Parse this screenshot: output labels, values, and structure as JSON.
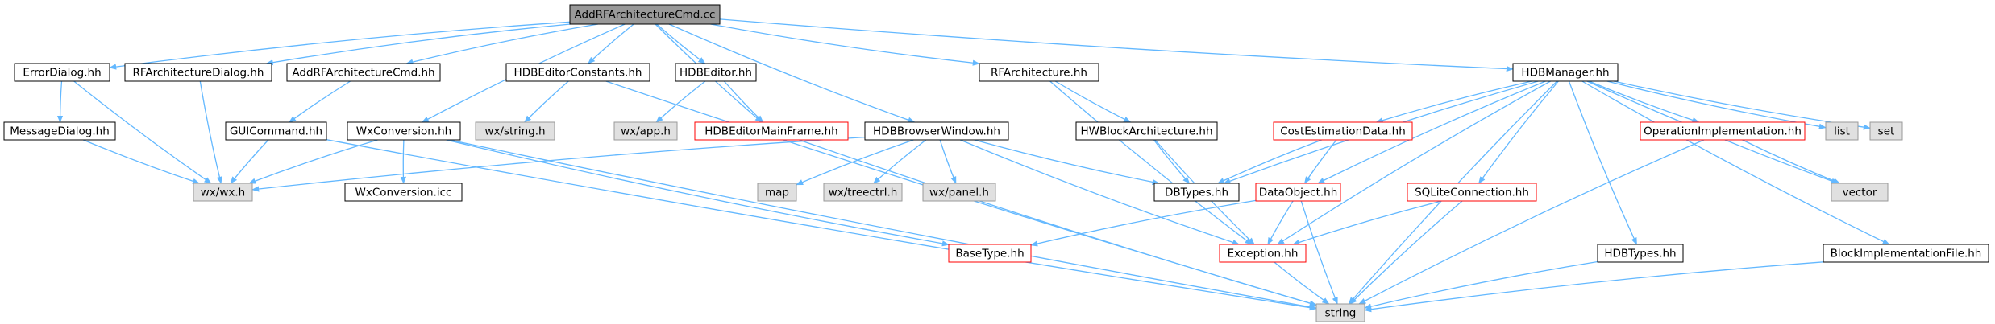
{
  "colors": {
    "edge": "#63B8FF",
    "focus_fill": "#999999",
    "normal_fill": "#ffffff",
    "normal_border": "#000000",
    "system_fill": "#e0e0e0",
    "system_border": "#999999",
    "missing_border": "#ff0000"
  },
  "nodes": [
    {
      "id": "root",
      "label": "AddRFArchitectureCmd.cc",
      "kind": "focus"
    },
    {
      "id": "ErrorDialog",
      "label": "ErrorDialog.hh",
      "kind": "normal"
    },
    {
      "id": "RFArchDialog",
      "label": "RFArchitectureDialog.hh",
      "kind": "normal"
    },
    {
      "id": "AddRFCmd",
      "label": "AddRFArchitectureCmd.hh",
      "kind": "normal"
    },
    {
      "id": "HDBEditorConstants",
      "label": "HDBEditorConstants.hh",
      "kind": "normal"
    },
    {
      "id": "HDBEditor",
      "label": "HDBEditor.hh",
      "kind": "normal"
    },
    {
      "id": "RFArch",
      "label": "RFArchitecture.hh",
      "kind": "normal"
    },
    {
      "id": "HDBManager",
      "label": "HDBManager.hh",
      "kind": "normal"
    },
    {
      "id": "MessageDialog",
      "label": "MessageDialog.hh",
      "kind": "normal"
    },
    {
      "id": "GUICommand",
      "label": "GUICommand.hh",
      "kind": "normal"
    },
    {
      "id": "WxConversion",
      "label": "WxConversion.hh",
      "kind": "normal"
    },
    {
      "id": "wxstring",
      "label": "wx/string.h",
      "kind": "system"
    },
    {
      "id": "wxapp",
      "label": "wx/app.h",
      "kind": "system"
    },
    {
      "id": "HDBEditorMainFrame",
      "label": "HDBEditorMainFrame.hh",
      "kind": "missing"
    },
    {
      "id": "HDBBrowserWindow",
      "label": "HDBBrowserWindow.hh",
      "kind": "normal"
    },
    {
      "id": "HWBlockArch",
      "label": "HWBlockArchitecture.hh",
      "kind": "normal"
    },
    {
      "id": "CostEstimationData",
      "label": "CostEstimationData.hh",
      "kind": "missing"
    },
    {
      "id": "OperationImpl",
      "label": "OperationImplementation.hh",
      "kind": "missing"
    },
    {
      "id": "list",
      "label": "list",
      "kind": "system"
    },
    {
      "id": "set",
      "label": "set",
      "kind": "system"
    },
    {
      "id": "wxwx",
      "label": "wx/wx.h",
      "kind": "system"
    },
    {
      "id": "WxConversionIcc",
      "label": "WxConversion.icc",
      "kind": "normal"
    },
    {
      "id": "map",
      "label": "map",
      "kind": "system"
    },
    {
      "id": "wxtreectrl",
      "label": "wx/treectrl.h",
      "kind": "system"
    },
    {
      "id": "wxpanel",
      "label": "wx/panel.h",
      "kind": "system"
    },
    {
      "id": "DBTypes",
      "label": "DBTypes.hh",
      "kind": "normal"
    },
    {
      "id": "DataObject",
      "label": "DataObject.hh",
      "kind": "missing"
    },
    {
      "id": "SQLiteConnection",
      "label": "SQLiteConnection.hh",
      "kind": "missing"
    },
    {
      "id": "vector",
      "label": "vector",
      "kind": "system"
    },
    {
      "id": "BaseType",
      "label": "BaseType.hh",
      "kind": "missing"
    },
    {
      "id": "Exception",
      "label": "Exception.hh",
      "kind": "missing"
    },
    {
      "id": "HDBTypes",
      "label": "HDBTypes.hh",
      "kind": "normal"
    },
    {
      "id": "BlockImplFile",
      "label": "BlockImplementationFile.hh",
      "kind": "normal"
    },
    {
      "id": "string",
      "label": "string",
      "kind": "system"
    }
  ],
  "edges": [
    [
      "root",
      "ErrorDialog"
    ],
    [
      "root",
      "RFArchDialog"
    ],
    [
      "root",
      "AddRFCmd"
    ],
    [
      "root",
      "HDBEditorConstants"
    ],
    [
      "root",
      "HDBEditor"
    ],
    [
      "root",
      "HDBEditorMainFrame"
    ],
    [
      "root",
      "WxConversion"
    ],
    [
      "root",
      "HDBBrowserWindow"
    ],
    [
      "root",
      "RFArch"
    ],
    [
      "root",
      "HDBManager"
    ],
    [
      "ErrorDialog",
      "MessageDialog"
    ],
    [
      "ErrorDialog",
      "wxwx"
    ],
    [
      "MessageDialog",
      "wxwx"
    ],
    [
      "RFArchDialog",
      "wxwx"
    ],
    [
      "AddRFCmd",
      "GUICommand"
    ],
    [
      "GUICommand",
      "wxwx"
    ],
    [
      "GUICommand",
      "string"
    ],
    [
      "HDBEditorConstants",
      "wxstring"
    ],
    [
      "HDBEditorConstants",
      "string"
    ],
    [
      "HDBEditor",
      "wxapp"
    ],
    [
      "HDBEditor",
      "HDBEditorMainFrame"
    ],
    [
      "HDBEditorMainFrame",
      "string"
    ],
    [
      "WxConversion",
      "wxwx"
    ],
    [
      "WxConversion",
      "WxConversionIcc"
    ],
    [
      "WxConversion",
      "string"
    ],
    [
      "WxConversion",
      "BaseType"
    ],
    [
      "HDBBrowserWindow",
      "wxwx"
    ],
    [
      "HDBBrowserWindow",
      "map"
    ],
    [
      "HDBBrowserWindow",
      "wxtreectrl"
    ],
    [
      "HDBBrowserWindow",
      "wxpanel"
    ],
    [
      "HDBBrowserWindow",
      "DBTypes"
    ],
    [
      "HDBBrowserWindow",
      "Exception"
    ],
    [
      "RFArch",
      "HWBlockArch"
    ],
    [
      "RFArch",
      "Exception"
    ],
    [
      "HWBlockArch",
      "DBTypes"
    ],
    [
      "HWBlockArch",
      "Exception"
    ],
    [
      "HDBManager",
      "DBTypes"
    ],
    [
      "HDBManager",
      "CostEstimationData"
    ],
    [
      "HDBManager",
      "DataObject"
    ],
    [
      "HDBManager",
      "SQLiteConnection"
    ],
    [
      "HDBManager",
      "OperationImpl"
    ],
    [
      "HDBManager",
      "list"
    ],
    [
      "HDBManager",
      "set"
    ],
    [
      "HDBManager",
      "vector"
    ],
    [
      "HDBManager",
      "Exception"
    ],
    [
      "HDBManager",
      "HDBTypes"
    ],
    [
      "HDBManager",
      "BlockImplFile"
    ],
    [
      "HDBManager",
      "string"
    ],
    [
      "CostEstimationData",
      "DBTypes"
    ],
    [
      "CostEstimationData",
      "DataObject"
    ],
    [
      "DataObject",
      "BaseType"
    ],
    [
      "DataObject",
      "Exception"
    ],
    [
      "DataObject",
      "string"
    ],
    [
      "SQLiteConnection",
      "Exception"
    ],
    [
      "SQLiteConnection",
      "string"
    ],
    [
      "OperationImpl",
      "vector"
    ],
    [
      "OperationImpl",
      "string"
    ],
    [
      "Exception",
      "string"
    ],
    [
      "HDBTypes",
      "string"
    ],
    [
      "BlockImplFile",
      "string"
    ]
  ]
}
